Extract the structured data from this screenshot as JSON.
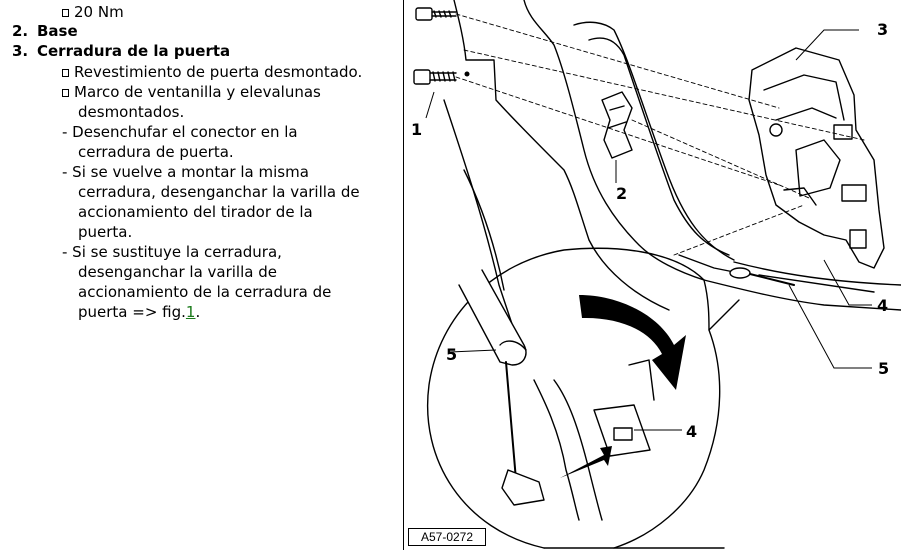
{
  "instructions": {
    "torque_item": "20 Nm",
    "item2_number": "2.",
    "item2_title": "Base",
    "item3_number": "3.",
    "item3_title": "Cerradura de la puerta",
    "bullets": [
      {
        "lines": [
          "Revestimiento de puerta desmontado."
        ]
      },
      {
        "lines": [
          "Marco de ventanilla y elevalunas",
          "desmontados."
        ]
      }
    ],
    "steps": [
      {
        "lines": [
          "- Desenchufar el conector en la",
          "cerradura de puerta."
        ]
      },
      {
        "lines": [
          "- Si se vuelve a montar la misma",
          "cerradura, desenganchar la varilla de",
          "accionamiento del tirador de la",
          "puerta."
        ]
      },
      {
        "lines": [
          "- Si se sustituye la cerradura,",
          "desenganchar la varilla de",
          "accionamiento de la cerradura de",
          "puerta => fig."
        ]
      }
    ],
    "fig_link": "1",
    "fig_link_suffix": "."
  },
  "figure": {
    "callouts": [
      "1",
      "2",
      "3",
      "4",
      "5",
      "5",
      "4"
    ],
    "code": "A57-0272"
  },
  "icons": {
    "bullet": "square-bullet-icon"
  }
}
